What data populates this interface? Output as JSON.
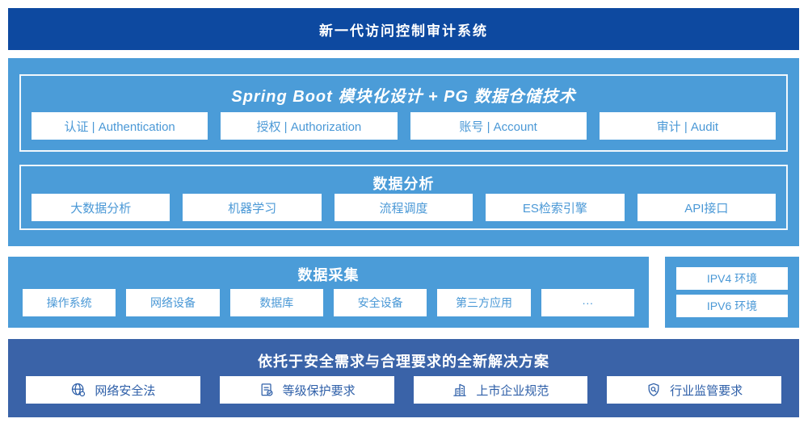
{
  "colors": {
    "header_bg": "#0d49a0",
    "section_bg": "#4b9cd8",
    "solution_bg": "#3a63a8",
    "light_text": "#4a98d6",
    "dark_text": "#2e5fa8",
    "white": "#ffffff"
  },
  "header": {
    "title": "新一代访问控制审计系统"
  },
  "architecture": {
    "spring": {
      "title": "Spring Boot 模块化设计 + PG 数据仓储技术",
      "items": [
        "认证 | Authentication",
        "授权 | Authorization",
        "账号 | Account",
        "审计 | Audit"
      ]
    },
    "analysis": {
      "title": "数据分析",
      "items": [
        "大数据分析",
        "机器学习",
        "流程调度",
        "ES检索引擎",
        "API接口"
      ]
    }
  },
  "collection": {
    "title": "数据采集",
    "items": [
      "操作系统",
      "网络设备",
      "数据库",
      "安全设备",
      "第三方应用",
      "···"
    ]
  },
  "network": {
    "items": [
      "IPV4 环境",
      "IPV6 环境"
    ]
  },
  "solution": {
    "title": "依托于安全需求与合理要求的全新解决方案",
    "items": [
      {
        "icon": "globe-icon",
        "label": "网络安全法"
      },
      {
        "icon": "checklist-check-icon",
        "label": "等级保护要求"
      },
      {
        "icon": "building-icon",
        "label": "上市企业规范"
      },
      {
        "icon": "shield-search-icon",
        "label": "行业监管要求"
      }
    ]
  }
}
